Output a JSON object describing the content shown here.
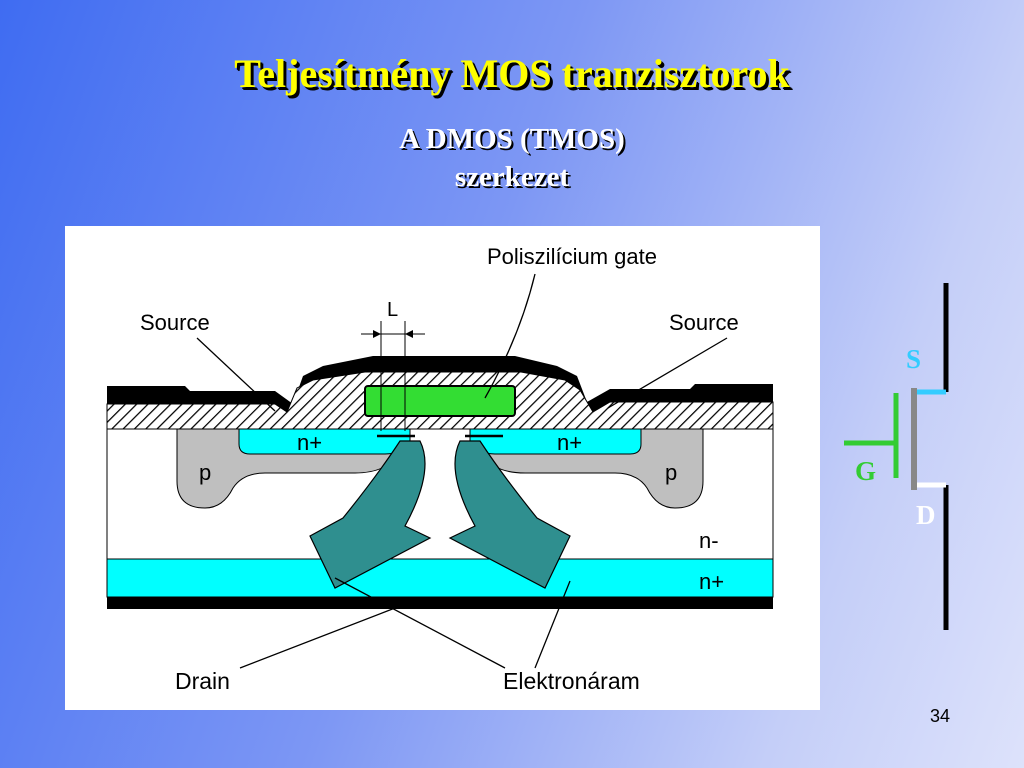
{
  "slide": {
    "title": "Teljesítmény MOS tranzisztorok",
    "subtitle_line1": "A DMOS (TMOS)",
    "subtitle_line2": "szerkezet",
    "page_number": "34"
  },
  "diagram": {
    "label_gate": "Poliszilícium gate",
    "label_L": "L",
    "label_source_left": "Source",
    "label_source_right": "Source",
    "label_nplus_left": "n+",
    "label_nplus_right": "n+",
    "label_p_left": "p",
    "label_p_right": "p",
    "label_nminus": "n-",
    "label_nplus_bottom": "n+",
    "label_drain": "Drain",
    "label_current": "Elektronáram"
  },
  "symbol": {
    "label_s": "S",
    "label_g": "G",
    "label_d": "D",
    "colors": {
      "source": "#33ccff",
      "gate": "#33cc33",
      "drain": "#ffffff"
    }
  }
}
